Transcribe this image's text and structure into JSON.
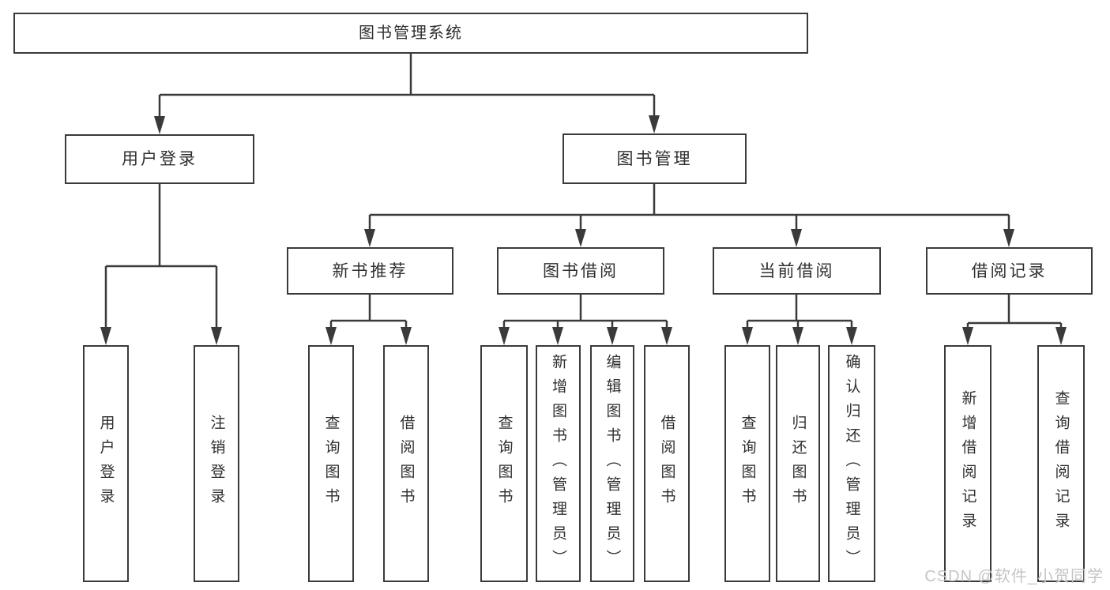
{
  "diagram": {
    "title": "图书管理系统",
    "nodes": {
      "root": "图书管理系统",
      "l2": [
        "用户登录",
        "图书管理"
      ],
      "l3": [
        "新书推荐",
        "图书借阅",
        "当前借阅",
        "借阅记录"
      ],
      "leaves": {
        "login": [
          "用户登录",
          "注销登录"
        ],
        "recommend": [
          "查询图书",
          "借阅图书"
        ],
        "borrow": [
          "查询图书",
          "新增图书（管理员）",
          "编辑图书（管理员）",
          "借阅图书"
        ],
        "current": [
          "查询图书",
          "归还图书",
          "确认归还（管理员）"
        ],
        "records": [
          "新增借阅记录",
          "查询借阅记录"
        ]
      }
    }
  },
  "watermark": "CSDN @软件_小贺同学",
  "colors": {
    "line": "#3a3a3a",
    "text": "#2f2f2f",
    "watermark": "#c5c5c5",
    "background": "#ffffff"
  }
}
